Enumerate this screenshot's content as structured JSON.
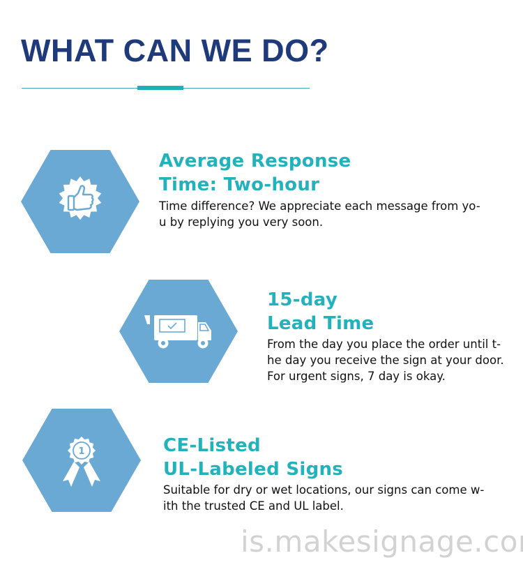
{
  "header": {
    "title": "WHAT CAN WE DO?"
  },
  "features": [
    {
      "icon": "thumbs-up-seal-icon",
      "heading_lines": [
        "Average Response",
        "Time: Two-hour"
      ],
      "text_lines": [
        "Time difference? We appreciate each message from yo-",
        "u by replying you very soon."
      ]
    },
    {
      "icon": "delivery-truck-icon",
      "heading_lines": [
        "15-day",
        "Lead Time"
      ],
      "text_lines": [
        "From the day you place the order until t-",
        "he day you receive the sign at your door.",
        "For urgent signs, 7 day is okay."
      ]
    },
    {
      "icon": "award-ribbon-icon",
      "badge_number": "1",
      "heading_lines": [
        "CE-Listed",
        "UL-Labeled Signs"
      ],
      "text_lines": [
        "Suitable for dry or wet locations, our signs can come w-",
        "ith the trusted CE and UL label."
      ]
    }
  ],
  "watermark": "is.makesignage.com",
  "colors": {
    "title": "#1f3a7a",
    "accent": "#22b2bc",
    "hexagon": "#69a9d4",
    "icon": "#ffffff",
    "watermark": "#d2d2d2"
  }
}
